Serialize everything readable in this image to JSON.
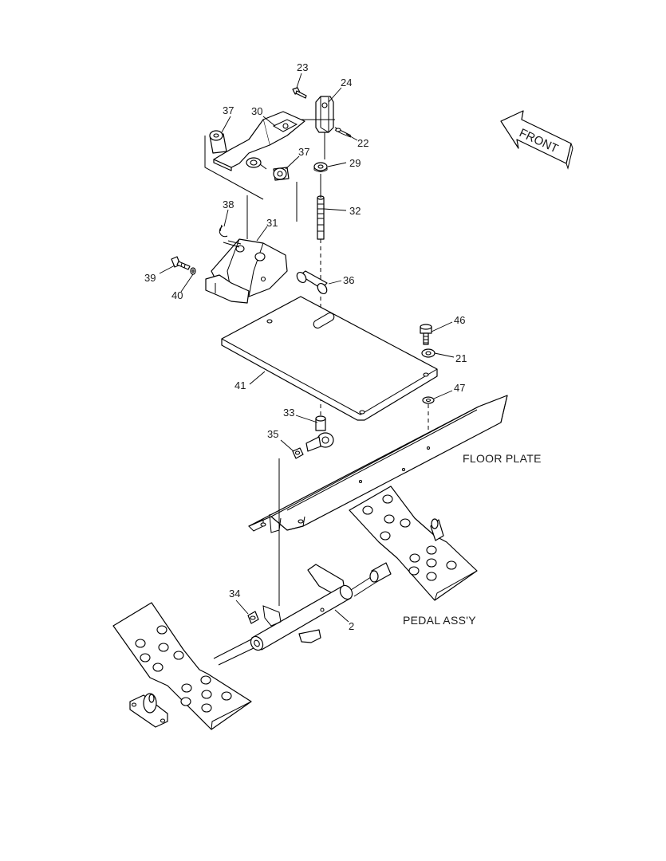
{
  "diagram": {
    "callouts": [
      {
        "id": "23",
        "text": "23"
      },
      {
        "id": "24",
        "text": "24"
      },
      {
        "id": "37a",
        "text": "37"
      },
      {
        "id": "30",
        "text": "30"
      },
      {
        "id": "22",
        "text": "22"
      },
      {
        "id": "37b",
        "text": "37"
      },
      {
        "id": "29",
        "text": "29"
      },
      {
        "id": "32",
        "text": "32"
      },
      {
        "id": "38",
        "text": "38"
      },
      {
        "id": "31",
        "text": "31"
      },
      {
        "id": "39",
        "text": "39"
      },
      {
        "id": "40",
        "text": "40"
      },
      {
        "id": "36",
        "text": "36"
      },
      {
        "id": "46",
        "text": "46"
      },
      {
        "id": "21",
        "text": "21"
      },
      {
        "id": "41",
        "text": "41"
      },
      {
        "id": "47",
        "text": "47"
      },
      {
        "id": "33",
        "text": "33"
      },
      {
        "id": "35",
        "text": "35"
      },
      {
        "id": "34",
        "text": "34"
      },
      {
        "id": "2",
        "text": "2"
      }
    ],
    "labels": {
      "floor_plate": "FLOOR PLATE",
      "pedal_assy": "PEDAL ASS'Y",
      "front": "FRONT"
    },
    "line_color": "#000000",
    "background": "#ffffff"
  }
}
